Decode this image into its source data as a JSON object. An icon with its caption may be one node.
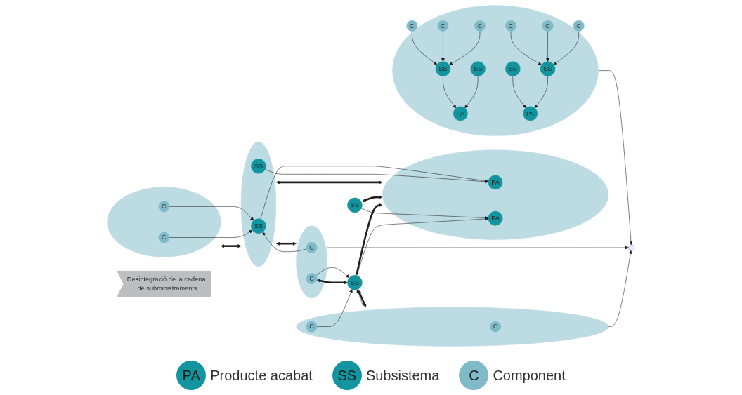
{
  "diagram": {
    "nodes": [
      {
        "text": [],
        "shape": "circle"
      },
      {
        "text": [
          "C"
        ],
        "in": 0
      },
      {
        "text": [
          "C"
        ],
        "in": 0
      },
      {
        "text": [
          "C"
        ],
        "in": 0
      },
      {
        "text": [
          "SS"
        ],
        "in": 0
      },
      {
        "text": [
          "SS"
        ],
        "in": 0
      },
      {
        "text": [
          "PA"
        ],
        "in": 0
      },
      {
        "text": [
          "C"
        ],
        "in": 0
      },
      {
        "text": [
          "C"
        ],
        "in": 0
      },
      {
        "text": [
          "C"
        ],
        "in": 0
      },
      {
        "text": [
          "SS"
        ],
        "in": 0
      },
      {
        "text": [
          "SS"
        ],
        "in": 0
      },
      {
        "text": [
          "PA"
        ],
        "in": 0
      },
      {
        "text": [],
        "shape": "circle"
      },
      {
        "text": [
          "C"
        ],
        "in": 13
      },
      {
        "text": [
          "C"
        ],
        "in": 13
      },
      {
        "text": [],
        "shape": "circle"
      },
      {
        "text": [
          "SS"
        ],
        "in": 16
      },
      {
        "text": [
          "SS"
        ],
        "in": 16
      },
      {
        "text": [],
        "shape": "circle"
      },
      {
        "text": [
          "PA"
        ],
        "in": 19
      },
      {
        "text": [
          "PA"
        ],
        "in": 19
      },
      {
        "text": [],
        "shape": "circle"
      },
      {
        "text": [
          "C"
        ],
        "in": 22
      },
      {
        "text": [
          "C"
        ],
        "in": 22
      },
      {
        "text": [
          "SS"
        ]
      },
      {
        "text": [
          "SS"
        ]
      },
      {
        "text": [],
        "shape": "circle"
      },
      {
        "text": [
          "C"
        ],
        "in": 27
      },
      {
        "text": [
          "C"
        ],
        "in": 27
      },
      {
        "text": [
          "Desintegració de la cadena de subministraments"
        ]
      }
    ],
    "edges": [
      {
        "from": 1,
        "to": 4,
        "arrow": "to"
      },
      {
        "from": 2,
        "to": 4,
        "arrow": "to"
      },
      {
        "from": 3,
        "to": 4,
        "arrow": "to"
      },
      {
        "from": 4,
        "to": 6,
        "arrow": "to"
      },
      {
        "from": 5,
        "to": 6,
        "arrow": "to"
      },
      {
        "from": 7,
        "to": 11,
        "arrow": "to"
      },
      {
        "from": 8,
        "to": 11,
        "arrow": "to"
      },
      {
        "from": 9,
        "to": 11,
        "arrow": "to"
      },
      {
        "from": 10,
        "to": 12,
        "arrow": "to"
      },
      {
        "from": 11,
        "to": 12,
        "arrow": "to"
      },
      {
        "from": 0,
        "to": null,
        "arrow": "to"
      },
      {
        "from": 22,
        "to": null,
        "arrow": "to"
      },
      {
        "from": 27,
        "to": null,
        "arrow": "to"
      },
      {
        "from": 14,
        "to": 17,
        "arrow": "to"
      },
      {
        "from": 15,
        "to": 17,
        "arrow": "to"
      },
      {
        "from": 23,
        "to": 17,
        "arrow": "to"
      },
      {
        "from": 17,
        "to": 20,
        "arrow": "to"
      },
      {
        "from": 18,
        "to": 20,
        "arrow": "to"
      },
      {
        "from": 25,
        "to": 21,
        "arrow": "to"
      },
      {
        "from": 26,
        "to": 21,
        "arrow": "to"
      },
      {
        "from": 24,
        "to": 26,
        "arrow": "to"
      },
      {
        "from": 28,
        "to": 26,
        "arrow": "to"
      },
      {
        "from": 27,
        "to": 26,
        "arrow": "to"
      },
      {
        "from": 13,
        "to": 16,
        "arrow": "both",
        "style": "thick"
      },
      {
        "from": 16,
        "to": 19,
        "arrow": "both",
        "style": "thick"
      },
      {
        "from": 16,
        "to": 22,
        "arrow": "both",
        "style": "thick"
      },
      {
        "from": 24,
        "to": 26,
        "arrow": "both",
        "style": "thick"
      },
      {
        "from": 25,
        "to": 19,
        "arrow": "both",
        "style": "thick"
      },
      {
        "from": 26,
        "to": 19,
        "arrow": "both",
        "style": "thick"
      },
      {
        "from": 26,
        "to": 27,
        "arrow": "both",
        "style": "thick"
      }
    ],
    "labels": [
      "PA",
      "SS",
      "C"
    ],
    "legend": [
      {
        "text": "Producte acabat",
        "color": "#13959f"
      },
      {
        "text": "Subsistema",
        "color": "#13959f"
      },
      {
        "text": "Component",
        "color": "#7fbac8"
      }
    ]
  }
}
